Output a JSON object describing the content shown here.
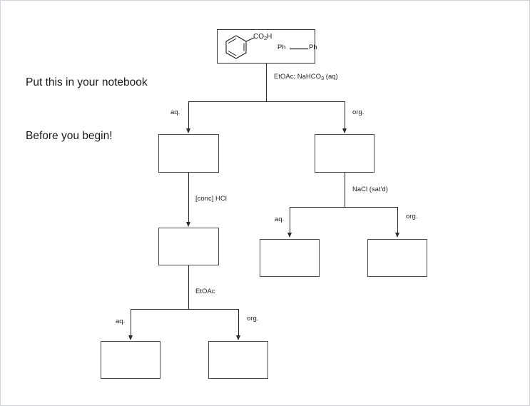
{
  "note": {
    "line1": "Put this in your notebook",
    "line2": "Before you begin!"
  },
  "starting_material": {
    "compound_1": {
      "icon": "benzene-ring",
      "substituent": "CO",
      "substituent_sub": "2",
      "substituent_tail": "H"
    },
    "compound_2": {
      "left": "Ph",
      "right": "Ph"
    }
  },
  "steps": {
    "step1": {
      "reagent": "EtOAc; NaHCO",
      "reagent_sub": "3",
      "reagent_tail": " (aq)",
      "branch_left": "aq.",
      "branch_right": "org."
    },
    "step2": {
      "reagent": "[conc] HCl"
    },
    "step3": {
      "reagent": "NaCl (sat'd)",
      "branch_left": "aq.",
      "branch_right": "org."
    },
    "step4": {
      "reagent": "EtOAc",
      "branch_left": "aq.",
      "branch_right": "org."
    }
  },
  "boxes": {
    "b_aq1": "",
    "b_org1": "",
    "b_acid": "",
    "b_aq2": "",
    "b_org2": "",
    "b_aq3": "",
    "b_org3": ""
  },
  "colors": {
    "line": "#2b2b2b",
    "box_border": "#4a4a4a",
    "text": "#1f1f1f",
    "page_border": "#d0d3d8"
  }
}
